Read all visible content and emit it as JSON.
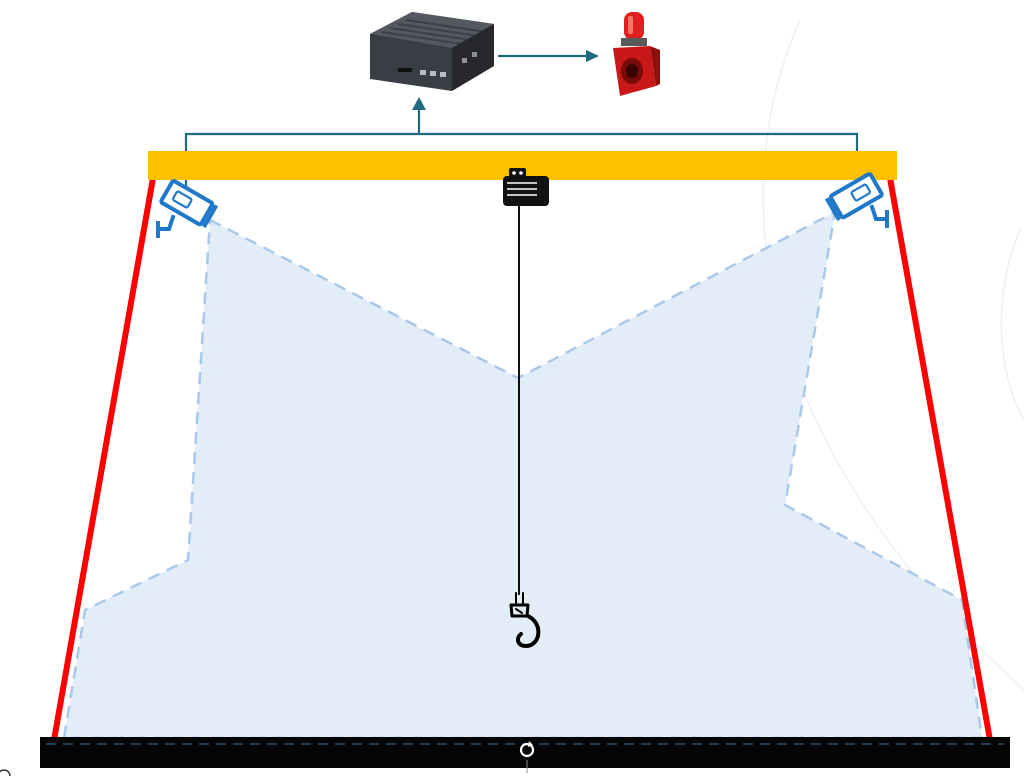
{
  "diagram": {
    "components": [
      {
        "name": "edge-computing-box",
        "icon": "mini-pc-icon"
      },
      {
        "name": "alarm-siren",
        "icon": "siren-icon"
      },
      {
        "name": "gantry-beam",
        "icon": "beam"
      },
      {
        "name": "camera-left",
        "icon": "camera-icon"
      },
      {
        "name": "camera-right",
        "icon": "camera-icon"
      },
      {
        "name": "hoist-motor",
        "icon": "motor-icon"
      },
      {
        "name": "crane-hook",
        "icon": "hook-icon"
      },
      {
        "name": "floor-rail",
        "icon": "rail"
      }
    ],
    "connections": [
      {
        "from": "camera-left",
        "to": "edge-computing-box"
      },
      {
        "from": "camera-right",
        "to": "edge-computing-box"
      },
      {
        "from": "edge-computing-box",
        "to": "alarm-siren"
      }
    ]
  },
  "colors": {
    "beam": "#FFC000",
    "legs": "#FF0000",
    "wire": "#1F6A80",
    "camera": "#1F78C8",
    "coverage_fill": "#E3EDF8",
    "coverage_stroke": "#A9C8EA",
    "rail": "#000000",
    "siren_red": "#E02020",
    "box_dark": "#3A3D44"
  }
}
